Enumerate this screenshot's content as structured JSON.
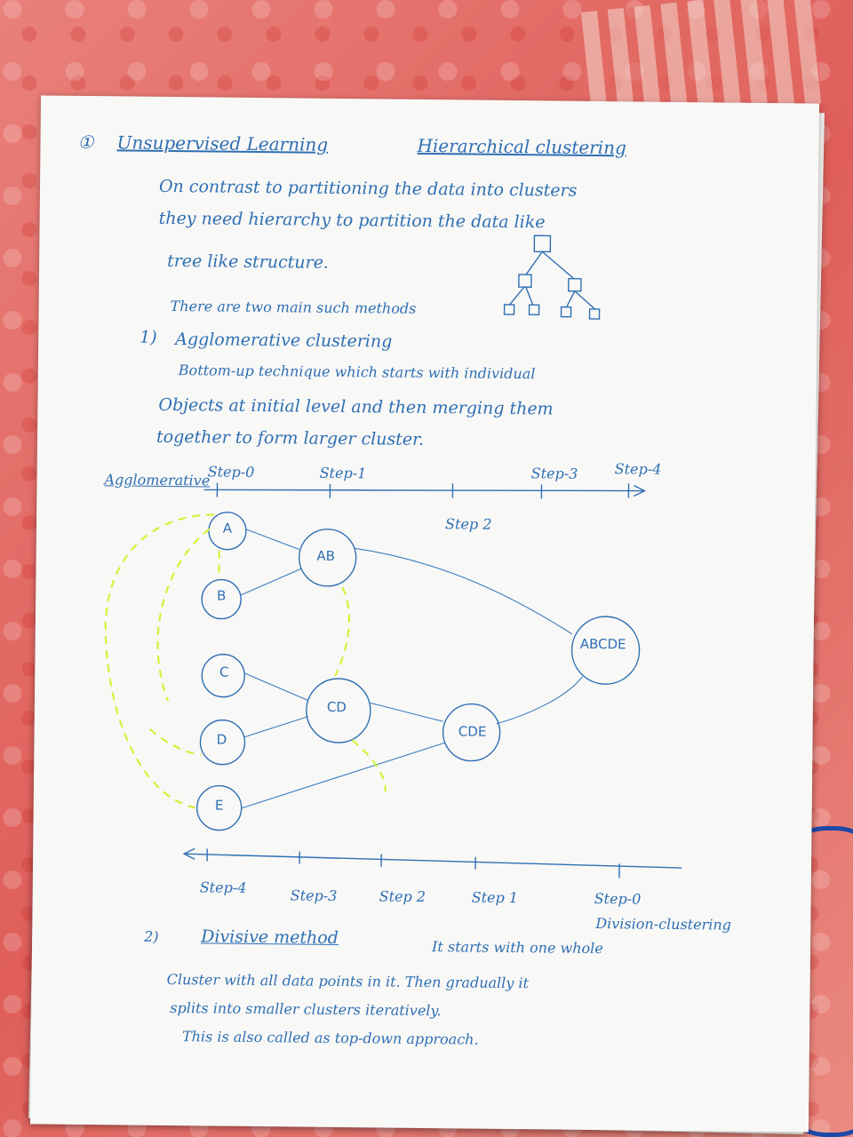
{
  "heading": {
    "number": "①",
    "topic": "Unsupervised Learning",
    "subtopic": "Hierarchical clustering"
  },
  "intro": {
    "line1": "On contrast to partitioning the data into clusters",
    "line2": "they need hierarchy to partition the data like",
    "line3": "tree like structure.",
    "line4": "There are two main such methods"
  },
  "agglomerative": {
    "number": "1)",
    "title": "Agglomerative clustering",
    "desc1": "Bottom-up technique which starts with individual",
    "desc2": "Objects at initial level and then merging them",
    "desc3": "together to form larger cluster."
  },
  "diagram": {
    "label_top": "Agglomerative",
    "top_steps": [
      "Step-0",
      "Step-1",
      "Step 2",
      "Step-3",
      "Step-4"
    ],
    "nodes": [
      "A",
      "B",
      "C",
      "D",
      "E",
      "AB",
      "CD",
      "CDE",
      "ABCDE"
    ],
    "bottom_steps": [
      "Step-4",
      "Step-3",
      "Step 2",
      "Step 1",
      "Step-0"
    ],
    "label_bottom": "Division-clustering"
  },
  "divisive": {
    "number": "2)",
    "title": "Divisive method",
    "line1": "It starts with one whole",
    "line2": "Cluster with all data points in it. Then gradually it",
    "line3": "splits into smaller clusters iteratively.",
    "line4": "This is also called as top-down approach."
  },
  "colors": {
    "ink": "#2f6fb3",
    "highlighter": "#d4f23a",
    "paper": "#f8f8f7"
  }
}
